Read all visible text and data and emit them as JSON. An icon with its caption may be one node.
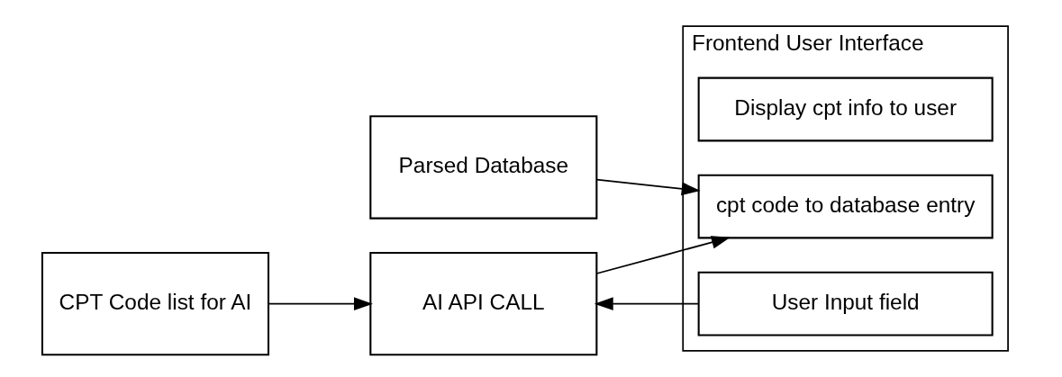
{
  "diagram": {
    "nodes": [
      {
        "text": [
          "AI API CALL"
        ]
      },
      {
        "text": [
          "CPT Code list for AI"
        ]
      },
      {
        "text": [
          "Frontend User Interface"
        ]
      },
      {
        "text": [
          "User Input field"
        ],
        "in": 2
      },
      {
        "text": [
          "cpt code to database entry"
        ],
        "in": 2
      },
      {
        "text": [
          "Display cpt info to user"
        ],
        "in": 2
      },
      {
        "text": [
          "Parsed Database"
        ]
      }
    ],
    "edges": [
      {
        "from": 1,
        "to": 0,
        "arrow": "to"
      },
      {
        "from": 3,
        "to": 0,
        "arrow": "to"
      },
      {
        "from": 0,
        "to": 4,
        "arrow": "to"
      },
      {
        "from": 6,
        "to": 4,
        "arrow": "to"
      }
    ]
  }
}
